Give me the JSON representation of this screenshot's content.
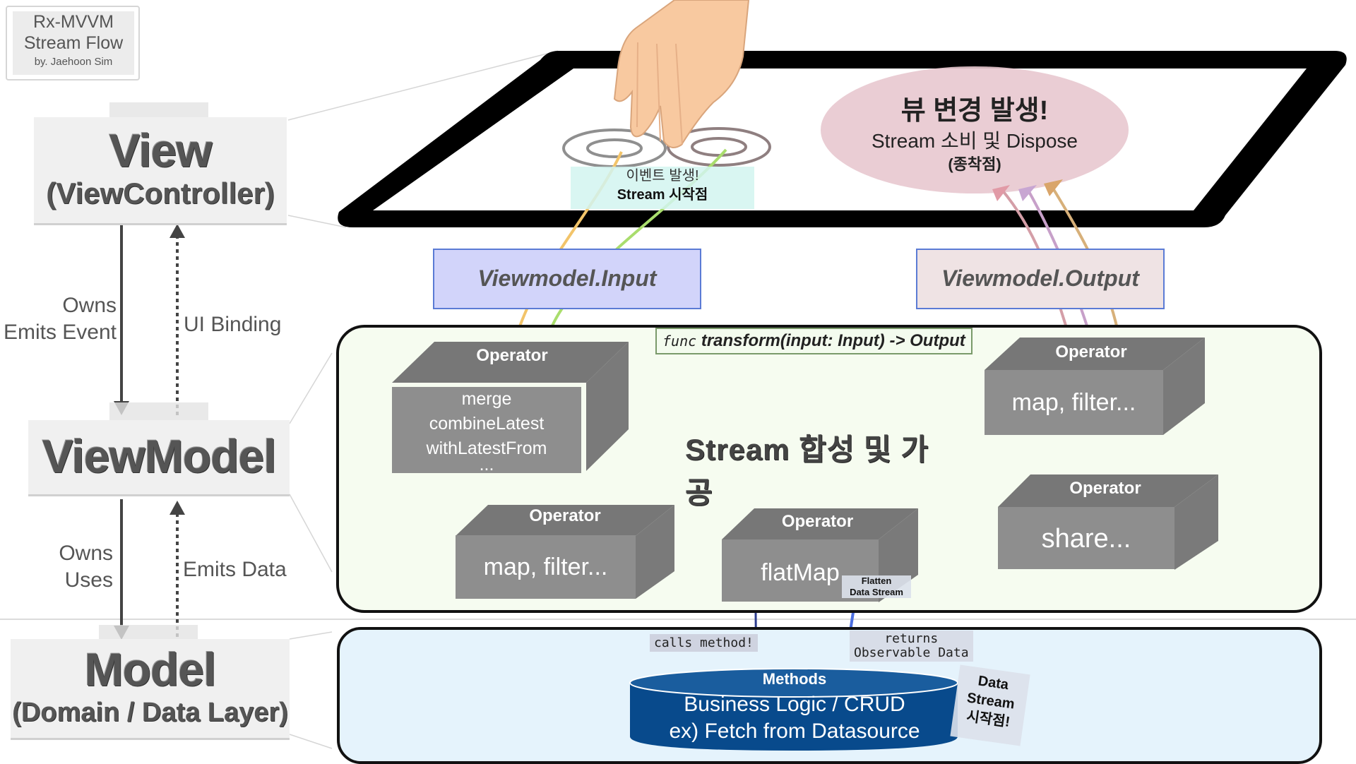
{
  "badge": {
    "line1": "Rx-MVVM",
    "line2": "Stream Flow",
    "line3": "by. Jaehoon Sim"
  },
  "layers": {
    "view": {
      "title": "View",
      "subtitle": "(ViewController)"
    },
    "viewmodel": {
      "title": "ViewModel"
    },
    "model": {
      "title": "Model",
      "subtitle": "(Domain / Data Layer)"
    }
  },
  "arrows": {
    "view_down": [
      "Owns",
      "Emits Event"
    ],
    "view_up": "UI Binding",
    "model_down": [
      "Owns",
      "Uses"
    ],
    "model_up": "Emits Data"
  },
  "tablet": {
    "event_line1": "이벤트 발생!",
    "event_line2": "Stream 시작점",
    "view_change_title": "뷰 변경 발생!",
    "view_change_line2": "Stream 소비 및 Dispose",
    "view_change_line3": "(종착점)"
  },
  "viewmodel": {
    "input_label": "Viewmodel.Input",
    "output_label": "Viewmodel.Output",
    "func_keyword": "func",
    "func_signature": "transform(input: Input) -> Output",
    "stream_title": "Stream 합성 및 가공"
  },
  "operators": {
    "op_merge": {
      "title": "Operator",
      "lines": [
        "merge",
        "combineLatest",
        "withLatestFrom",
        "..."
      ]
    },
    "op_map_left": {
      "title": "Operator",
      "text": "map, filter..."
    },
    "op_flatmap": {
      "title": "Operator",
      "text": "flatMap"
    },
    "op_share": {
      "title": "Operator",
      "text": "share..."
    },
    "op_map_right": {
      "title": "Operator",
      "text": "map, filter..."
    }
  },
  "model": {
    "calls_method": "calls method!",
    "returns_line1": "returns",
    "returns_line2": "Observable Data",
    "flatten_line1": "Flatten",
    "flatten_line2": "Data Stream",
    "db_title": "Methods",
    "db_line1": "Business Logic / CRUD",
    "db_line2": "ex) Fetch from Datasource",
    "data_stream": [
      "Data",
      "Stream",
      "시작점!"
    ]
  },
  "colors": {
    "input_box": "#d2d4fa",
    "output_box": "#efe3e4",
    "viewmodel_bg": "#f6fcf0",
    "model_bg": "#e5f3fc",
    "db_fill": "#084a8c",
    "operator_gray": "#8e8e8e"
  }
}
